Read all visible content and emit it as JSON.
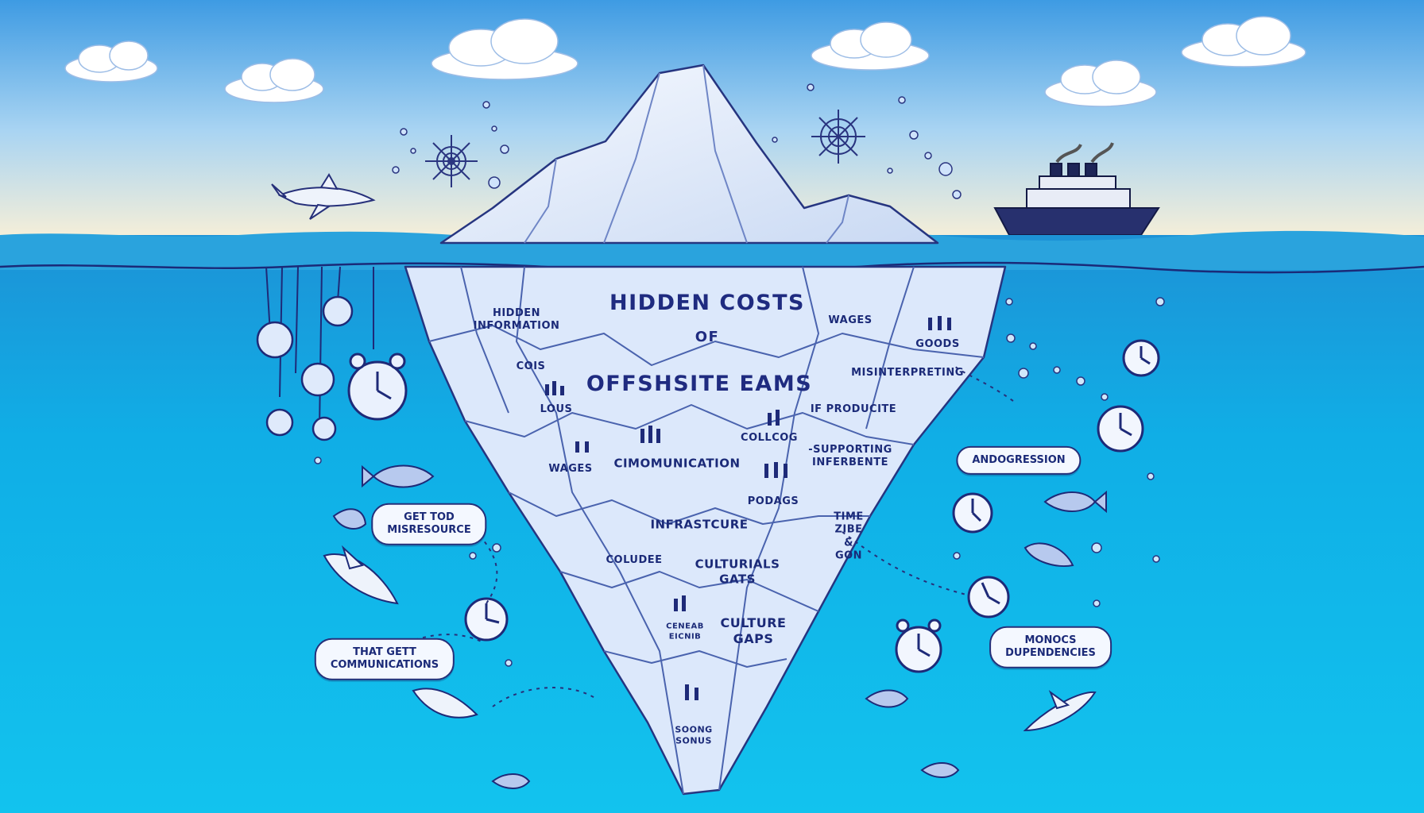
{
  "title": {
    "line1": "HIDDEN COSTS",
    "line2": "OF",
    "line3": "OFFSHSITE EAMS"
  },
  "iceberg_labels": [
    {
      "id": "hidden-info",
      "text": "HIDDEN\nINFORMATION"
    },
    {
      "id": "cois",
      "text": "COIS"
    },
    {
      "id": "lous",
      "text": "LOUS"
    },
    {
      "id": "wages-top",
      "text": "WAGES"
    },
    {
      "id": "goods",
      "text": "GOODS"
    },
    {
      "id": "misinterpreting",
      "text": "MISINTERPRETING"
    },
    {
      "id": "if-productivity",
      "text": "IF PRODUCITE"
    },
    {
      "id": "collcog",
      "text": "COLLCOG"
    },
    {
      "id": "wages-mid",
      "text": "WAGES"
    },
    {
      "id": "communication",
      "text": "CIMOMUNICATION"
    },
    {
      "id": "supporting",
      "text": "-SUPPORTING\nINFERBENTE"
    },
    {
      "id": "podags",
      "text": "PODAGS"
    },
    {
      "id": "time-zone",
      "text": "TIME\nZIBE\n&\nGON"
    },
    {
      "id": "infrastructure",
      "text": "INFRASTCURE"
    },
    {
      "id": "coludee",
      "text": "COLUDEE"
    },
    {
      "id": "culturials-gats",
      "text": "CULTURIALS\nGATS"
    },
    {
      "id": "culture-gaps",
      "text": "CULTURE\nGAPS"
    },
    {
      "id": "ceneab",
      "text": "CENEAB\nEICNIB"
    },
    {
      "id": "bottom",
      "text": "SOONG\nSONUS"
    }
  ],
  "speech_bubbles": [
    {
      "id": "get-too-misresource",
      "text": "GET TOD\nMISRESOURCE"
    },
    {
      "id": "that-get-communications",
      "text": "THAT GETT\nCOMMUNICATIONS"
    },
    {
      "id": "androgression",
      "text": "ANDOGRESSION"
    },
    {
      "id": "monocs-dependencies",
      "text": "MONOCS\nDUPENDENCIES"
    }
  ],
  "icons": [
    "shark-icon",
    "ship-icon",
    "clock-icon",
    "alarm-clock-icon",
    "fish-icon",
    "compass-icon",
    "bubble-icon"
  ],
  "colors": {
    "sky_top": "#4ea6e6",
    "sky_horizon": "#f5eed6",
    "sea_surface": "#27a6e0",
    "deep_water": "#0fb4e6",
    "ice": "#e6eefc",
    "ink": "#1e2a78"
  }
}
